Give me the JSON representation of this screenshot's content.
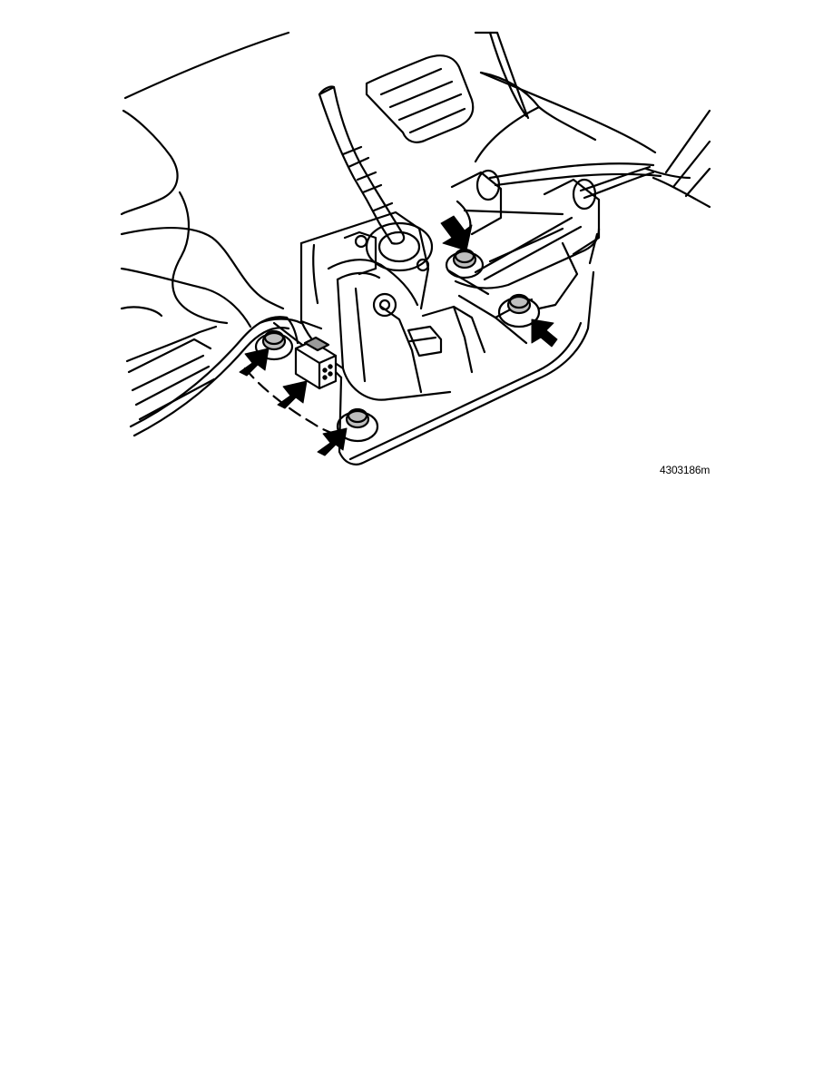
{
  "figure": {
    "reference_code": "4303186m"
  },
  "colors": {
    "ink": "#000000",
    "paper": "#ffffff",
    "highlight": "#bfbfbf",
    "connector_shade": "#9a9a9a"
  },
  "arrows": [
    {
      "points_to": "rear-right-nut"
    },
    {
      "points_to": "front-right-nut"
    },
    {
      "points_to": "left-rear-nut"
    },
    {
      "points_to": "wiring-connector"
    },
    {
      "points_to": "front-left-nut"
    }
  ]
}
